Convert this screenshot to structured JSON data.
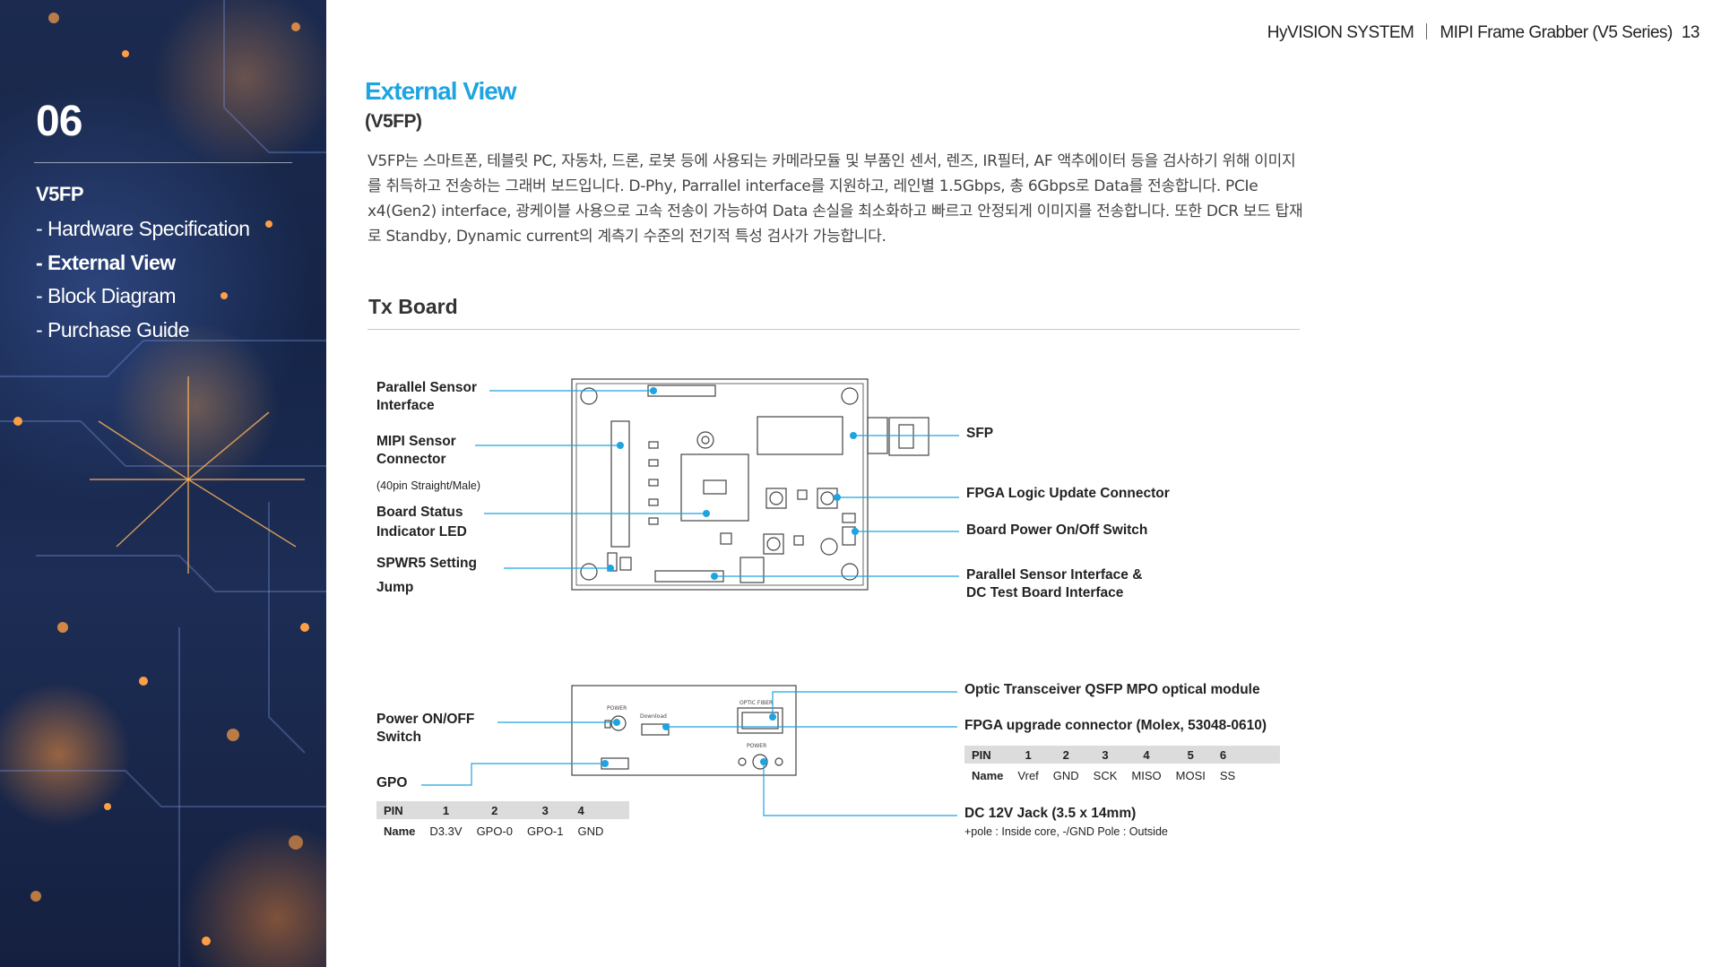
{
  "header": {
    "company": "HyVISION SYSTEM",
    "product": "MIPI Frame Grabber (V5 Series)",
    "page_number": "13"
  },
  "sidebar": {
    "chapter_number": "06",
    "section": "V5FP",
    "items": [
      {
        "label": "- Hardware Specification"
      },
      {
        "label": "- External View",
        "active": true
      },
      {
        "label": "- Block Diagram"
      },
      {
        "label": "- Purchase Guide"
      }
    ]
  },
  "page": {
    "title": "External View",
    "subtitle": "(V5FP)",
    "description": "V5FP는 스마트폰, 테블릿 PC, 자동차, 드론, 로봇 등에 사용되는 카메라모듈 및 부품인 센서, 렌즈, IR필터, AF 액추에이터 등을 검사하기 위해 이미지를 취득하고 전송하는 그래버 보드입니다. D-Phy, Parrallel interface를 지원하고, 레인별 1.5Gbps, 총 6Gbps로 Data를 전송합니다. PCIe x4(Gen2) interface, 광케이블 사용으로 고속 전송이 가능하여 Data 손실을 최소화하고 빠르고 안정되게 이미지를 전송합니다. 또한 DCR 보드 탑재로 Standby, Dynamic current의 계측기 수준의 전기적 특성 검사가 가능합니다."
  },
  "tx_board": {
    "title": "Tx Board",
    "labels": {
      "parallel_sensor": "Parallel Sensor\nInterface",
      "mipi_sensor": "MIPI Sensor\nConnector",
      "mipi_note": "(40pin Straight/Male)",
      "board_status": "Board Status\nIndicator LED",
      "spwr5": "SPWR5 Setting\nJump",
      "sfp": "SFP",
      "fpga_logic": "FPGA Logic Update Connector",
      "board_power": "Board Power On/Off Switch",
      "parallel_dc": "Parallel Sensor Interface   &\nDC Test Board Interface"
    }
  },
  "rx_board": {
    "labels": {
      "power_switch": "Power ON/OFF\nSwitch",
      "gpo": "GPO",
      "optic": "Optic Transceiver QSFP MPO optical module",
      "fpga_upgrade": "FPGA upgrade connector (Molex, 53048-0610)",
      "dc_jack": "DC 12V Jack (3.5 x 14mm)",
      "dc_note": "+pole : Inside core, -/GND Pole : Outside"
    },
    "silk": {
      "power": "POWER",
      "download": "Download",
      "optic_fiber": "OPTIC FIBER",
      "power2": "POWER"
    },
    "gpo_table": {
      "header": [
        "PIN",
        "1",
        "2",
        "3",
        "4"
      ],
      "row": [
        "Name",
        "D3.3V",
        "GPO-0",
        "GPO-1",
        "GND"
      ]
    },
    "fpga_table": {
      "header": [
        "PIN",
        "1",
        "2",
        "3",
        "4",
        "5",
        "6"
      ],
      "row": [
        "Name",
        "Vref",
        "GND",
        "SCK",
        "MISO",
        "MOSI",
        "SS"
      ]
    }
  },
  "colors": {
    "accent": "#1ea4e0",
    "sidebar_bg": "#1b2a4e"
  }
}
